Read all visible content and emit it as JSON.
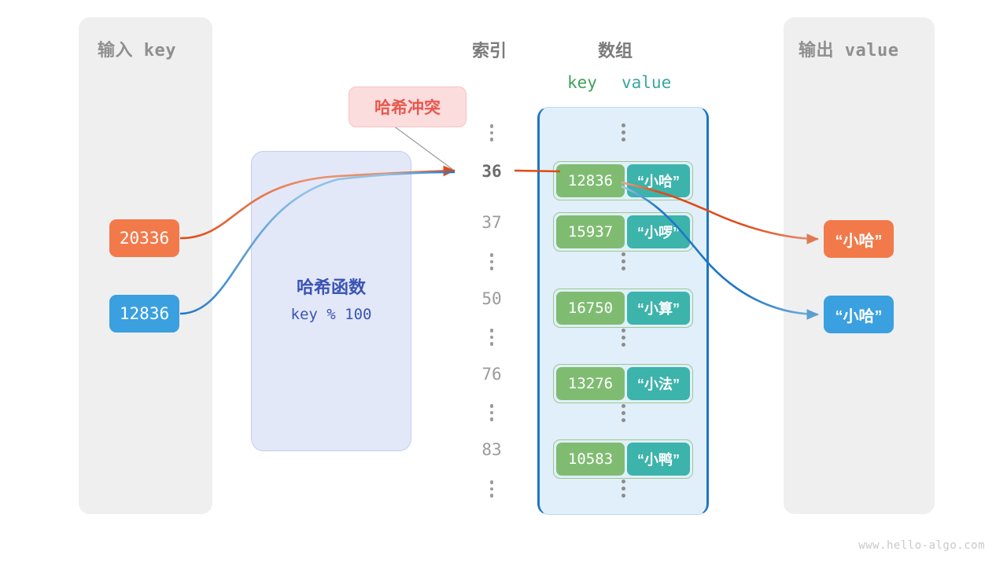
{
  "panels": {
    "input": {
      "title": "输入 key"
    },
    "output": {
      "title": "输出 value"
    }
  },
  "headers": {
    "index": "索引",
    "array": "数组",
    "key": "key",
    "value": "value"
  },
  "hash_function": {
    "title": "哈希函数",
    "formula": "key % 100"
  },
  "callout": {
    "collision": "哈希冲突"
  },
  "input_keys": [
    {
      "value": "20336",
      "color": "#f2794a"
    },
    {
      "value": "12836",
      "color": "#3aa0e0"
    }
  ],
  "output_values": [
    {
      "value": "“小哈”",
      "color": "#f2794a"
    },
    {
      "value": "“小哈”",
      "color": "#3aa0e0"
    }
  ],
  "index_column": [
    {
      "type": "dots"
    },
    {
      "type": "index",
      "label": "36",
      "highlight": true
    },
    {
      "type": "index",
      "label": "37",
      "highlight": false
    },
    {
      "type": "dots"
    },
    {
      "type": "index",
      "label": "50",
      "highlight": false
    },
    {
      "type": "dots"
    },
    {
      "type": "index",
      "label": "76",
      "highlight": false
    },
    {
      "type": "dots"
    },
    {
      "type": "index",
      "label": "83",
      "highlight": false
    },
    {
      "type": "dots"
    }
  ],
  "array_entries": [
    {
      "key": "12836",
      "value": "“小哈”"
    },
    {
      "key": "15937",
      "value": "“小啰”"
    },
    {
      "key": "16750",
      "value": "“小算”"
    },
    {
      "key": "13276",
      "value": "“小法”"
    },
    {
      "key": "10583",
      "value": "“小鸭”"
    }
  ],
  "colors": {
    "panel_bg": "#efefef",
    "hash_box_bg": "#e3e8f8",
    "hash_box_text": "#3a54b4",
    "array_bg": "#e0effa",
    "array_border": "#1f77c4",
    "cell_key_bg": "#7fbc72",
    "cell_value_bg": "#3cb3ab",
    "orange": "#f2794a",
    "orange_arrow": "#e04a16",
    "blue": "#3aa0e0",
    "blue_arrow": "#1f77c4",
    "collision_bg": "#fbdddd",
    "collision_text": "#e8584e",
    "key_header": "#41a05a",
    "value_header": "#3aa79e"
  },
  "watermark": "www.hello-algo.com"
}
